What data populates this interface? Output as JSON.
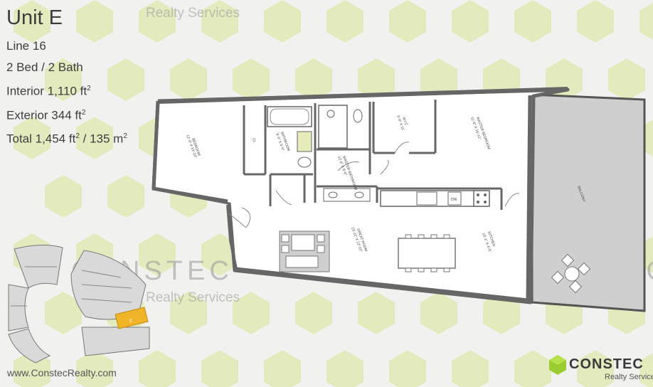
{
  "unit": {
    "title": "Unit E",
    "line": "Line 16",
    "beds_baths": "2 Bed / 2 Bath",
    "interior_prefix": "Interior 1,110 ft",
    "exterior_prefix": "Exterior 344 ft",
    "total_prefix": "Total 1,454 ft",
    "total_metric": "/ 135 m",
    "sup": "2"
  },
  "watermark": {
    "brand": "CONSTEC",
    "sub": "Realty Services"
  },
  "rooms": {
    "bedroom": "BEDROOM",
    "bedroom_dim": "12'-0\" X 10'-10\"",
    "bathroom": "BATHROOM",
    "bathroom_dim": "8'-0\" X 5'-0\"",
    "master_bath": "MASTER BATHROOM",
    "master_bath_dim": "12'-6\" X 8'-6\"",
    "wic": "W.I.C",
    "wic_dim": "5'-6\" X 11'",
    "master_bed": "MASTER BEDROOM",
    "master_bed_dim": "11'-6\" X 15'-11\"",
    "great_room": "GREAT ROOM",
    "great_room_dim": "23'-11\" X 12'-10\"",
    "kitchen": "KITCHEN",
    "kitchen_dim": "15'-1\" X 4'-5\"",
    "balcony": "BALCONY",
    "closet": "CL",
    "dw": "DW"
  },
  "keyplan": {
    "unit_label": "E"
  },
  "footer": {
    "website": "www.ConstecRealty.com",
    "brand": "CONSTEC",
    "brand_sub": "Realty Services"
  },
  "colors": {
    "accent_green": "#d6e89a",
    "keyplan_highlight": "#f0b429",
    "logo_green": "#9acd32"
  }
}
